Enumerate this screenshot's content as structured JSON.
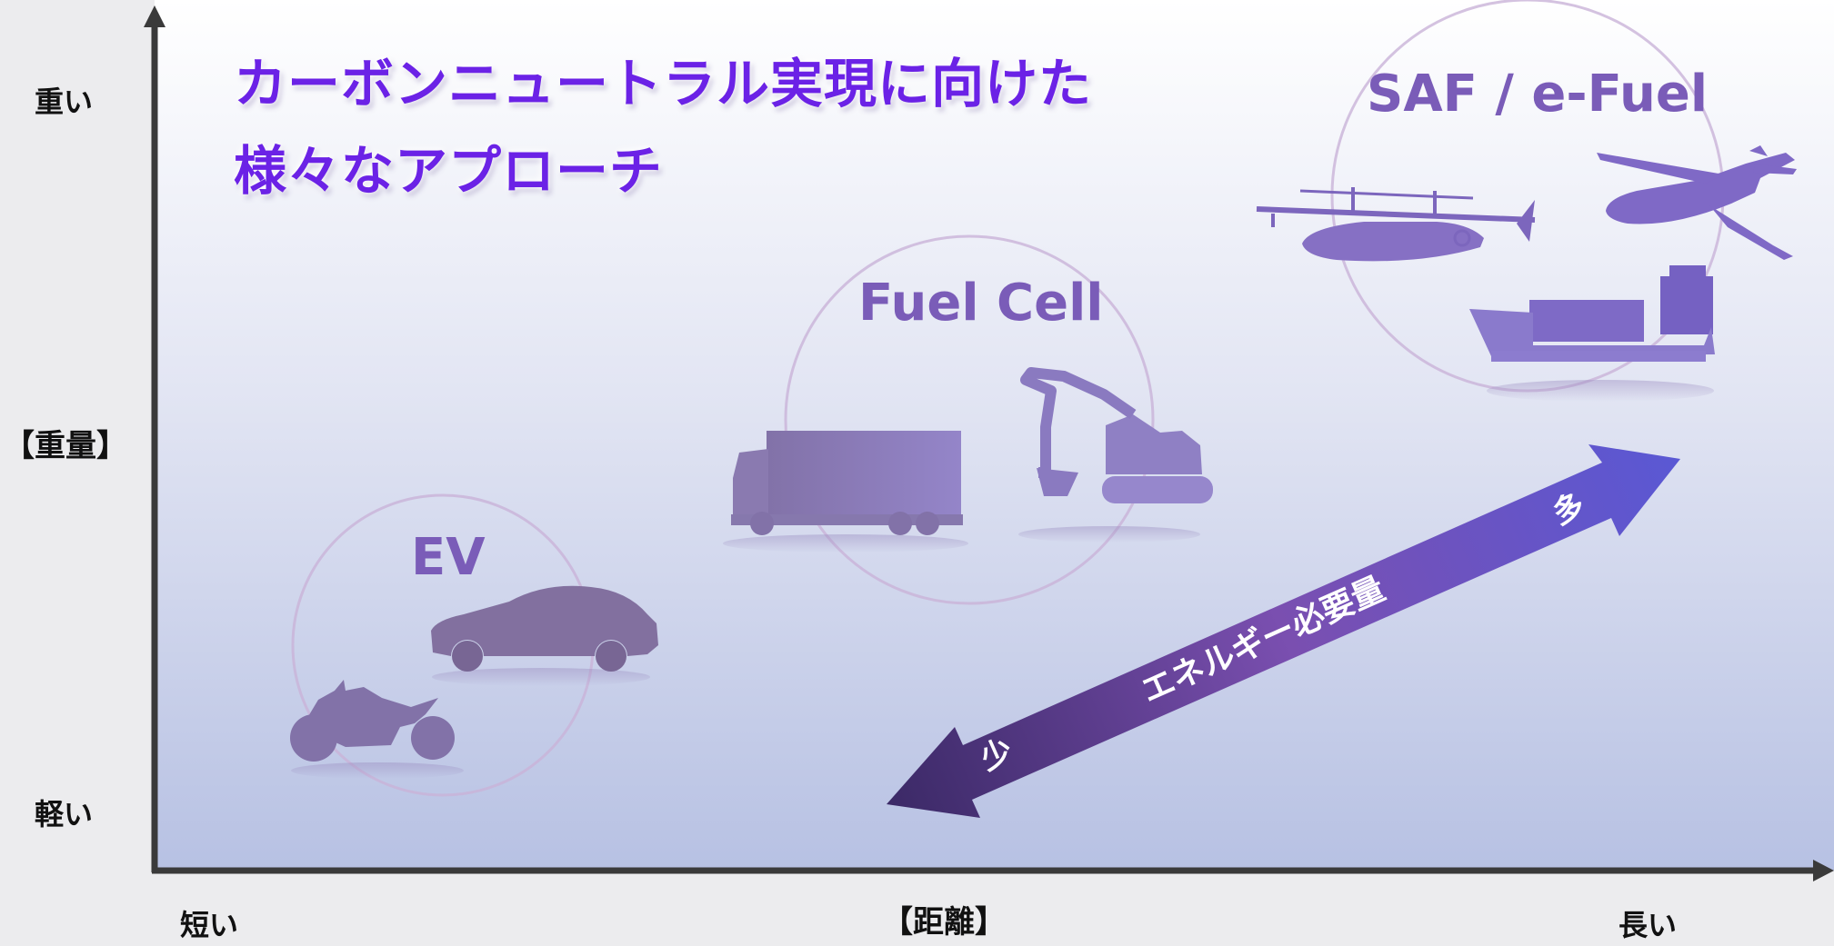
{
  "title": {
    "line1": "カーボンニュートラル実現に向けた",
    "line2": "様々なアプローチ"
  },
  "y_axis": {
    "label": "【重量】",
    "top_label": "重い",
    "bottom_label": "軽い"
  },
  "x_axis": {
    "label": "【距離】",
    "left_label": "短い",
    "right_label": "長い"
  },
  "groups": {
    "ev": {
      "label": "EV"
    },
    "fuel_cell": {
      "label": "Fuel Cell"
    },
    "saf": {
      "label": "SAF / e-Fuel"
    }
  },
  "energy_arrow": {
    "label": "エネルギー必要量",
    "low_label": "少",
    "high_label": "多"
  },
  "colors": {
    "title": "#6b22e6",
    "group_label": "#7a5cb8",
    "vehicle_fill": "#8a72b8",
    "arrow_start": "#3f2d6b",
    "arrow_end": "#5a55d0",
    "background_top": "#ffffff",
    "background_bottom": "#b7c1e3"
  },
  "icons": [
    "motorcycle-icon",
    "car-icon",
    "truck-icon",
    "excavator-icon",
    "drone-icon",
    "jet-icon",
    "ship-icon"
  ]
}
